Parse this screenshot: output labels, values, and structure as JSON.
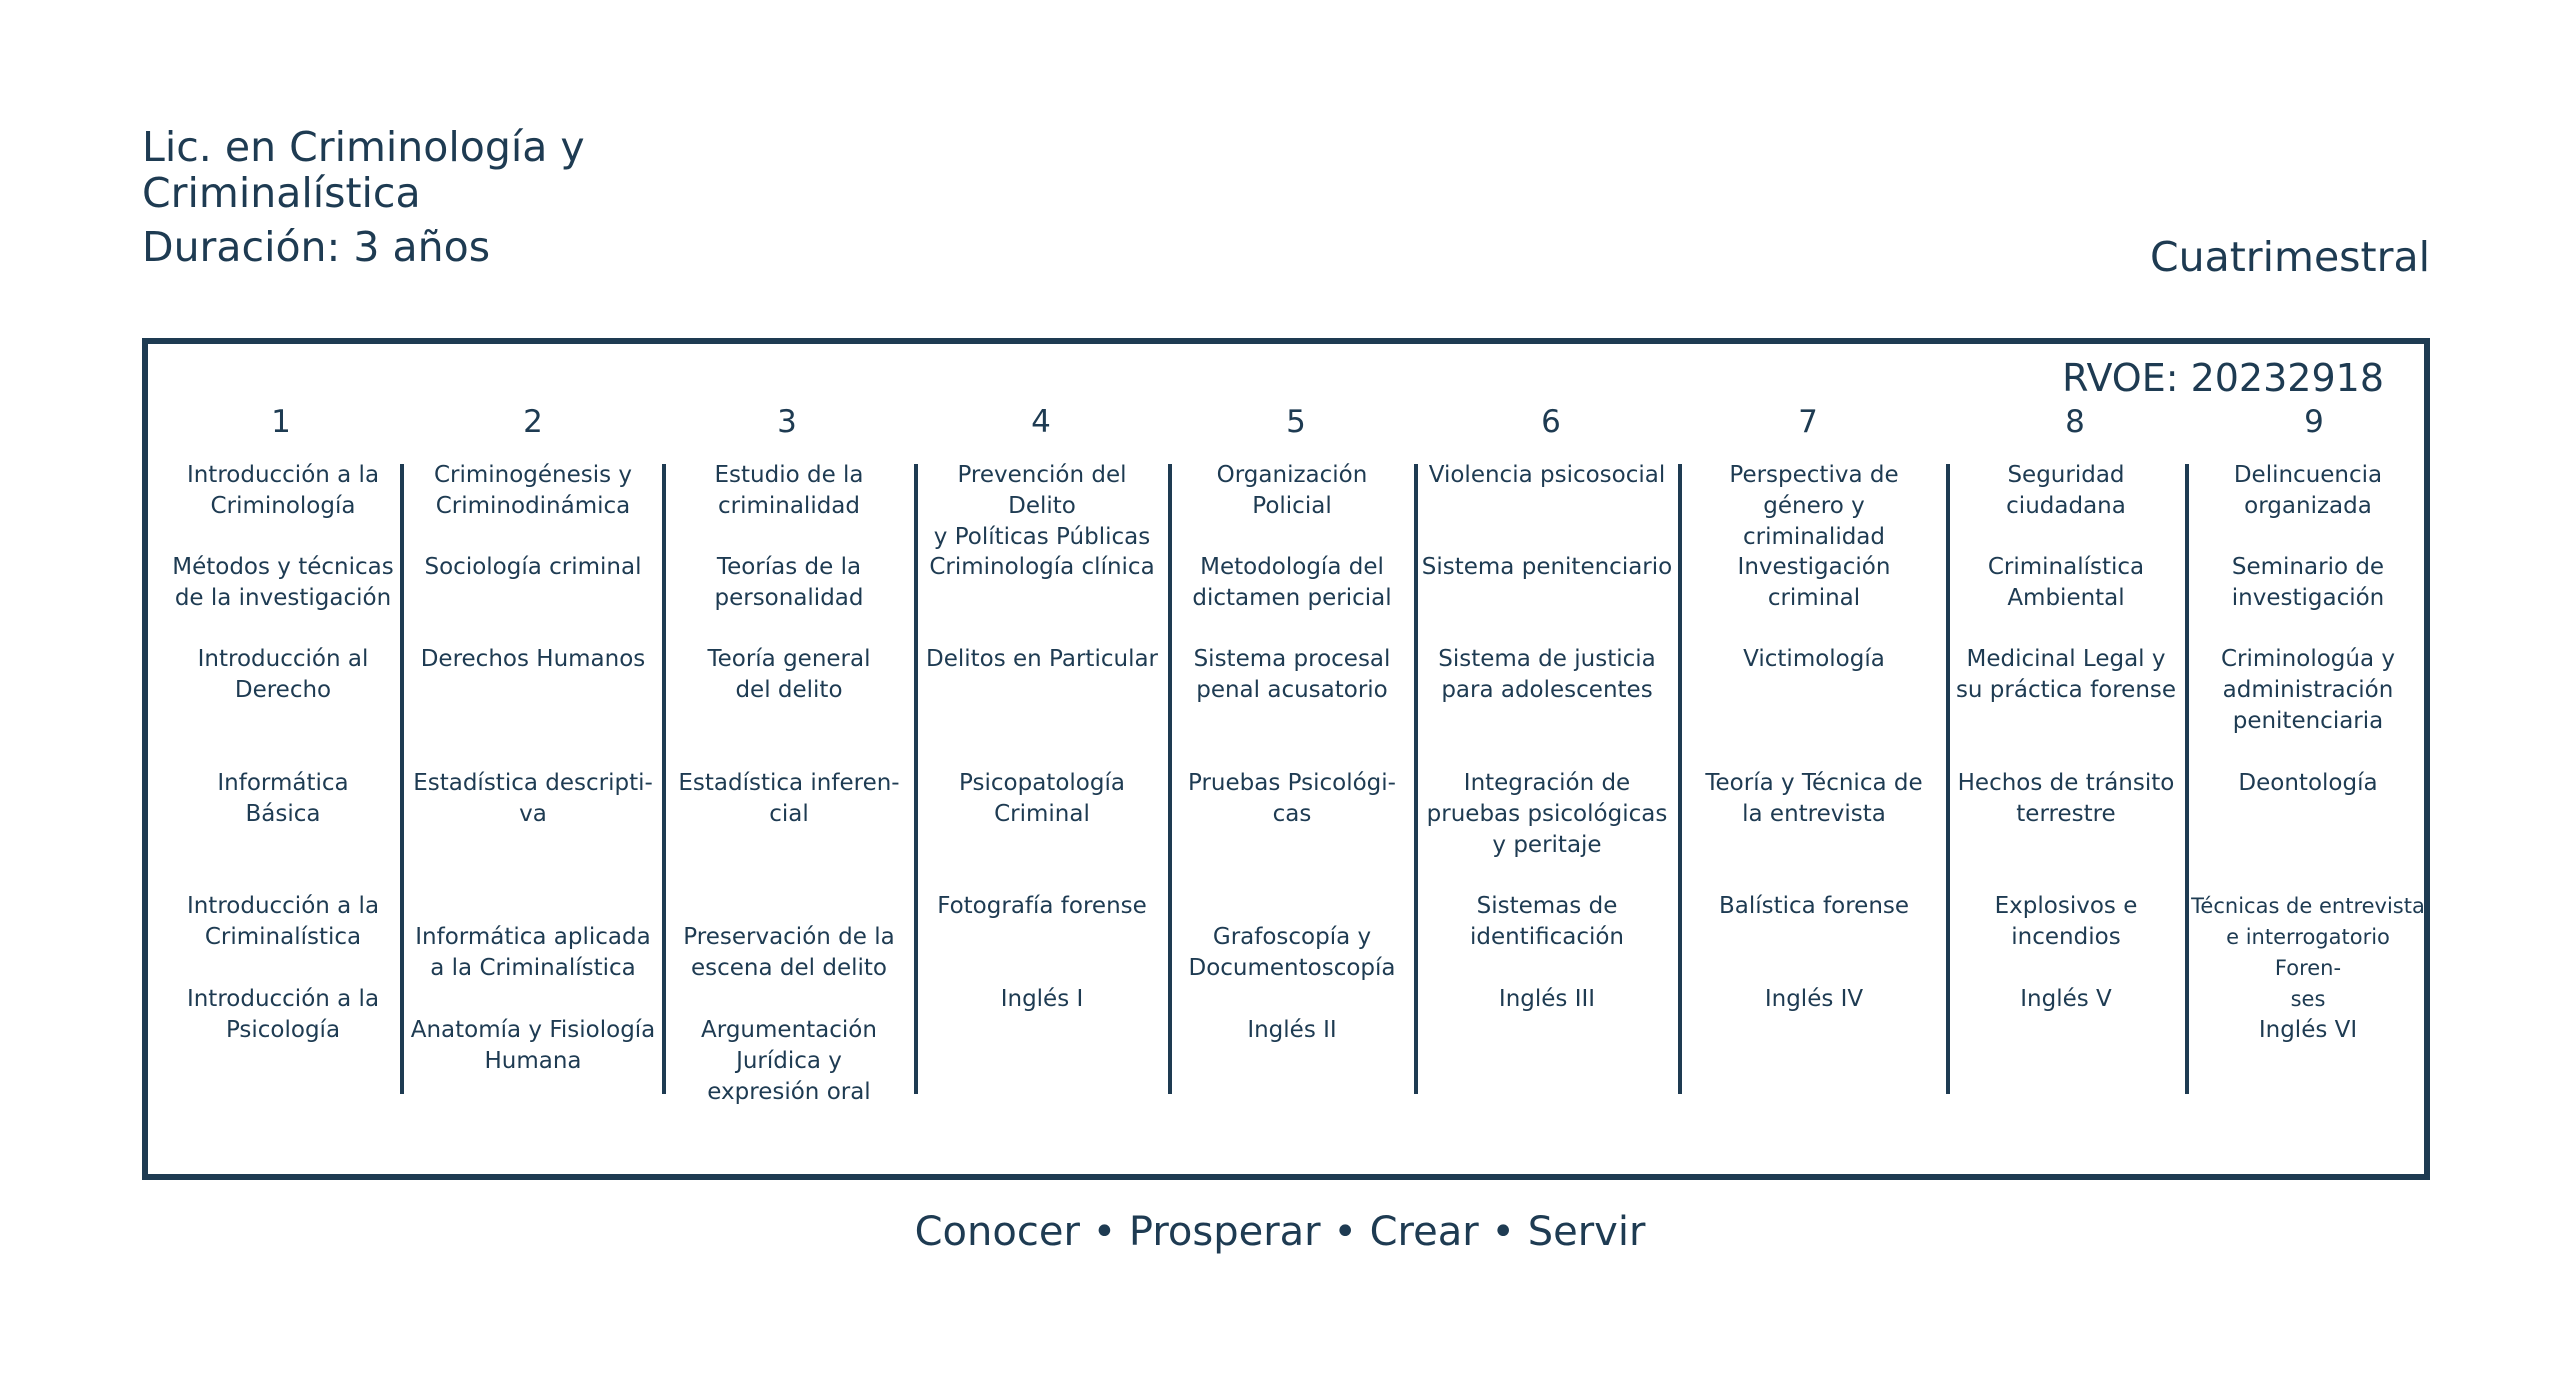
{
  "header": {
    "title": "Lic. en Criminología y Criminalística",
    "duration": "Duración: 3 años",
    "modality": "Cuatrimestral"
  },
  "plan": {
    "rvoe": "RVOE: 20232918",
    "columns": [
      {
        "number": "1",
        "subjects": [
          "Introducción a la\nCriminología",
          "Métodos y técnicas\nde la investigación",
          "Introducción al\nDerecho",
          "Informática\nBásica",
          "Introducción a la\nCriminalística",
          "Introducción a la\nPsicología"
        ]
      },
      {
        "number": "2",
        "subjects": [
          "Criminogénesis y\nCriminodinámica",
          "Sociología criminal",
          "Derechos Humanos",
          "Estadística descripti-\nva",
          "Informática aplicada\na la Criminalística",
          "Anatomía y Fisiología\nHumana"
        ]
      },
      {
        "number": "3",
        "subjects": [
          "Estudio de la\ncriminalidad",
          "Teorías de la\npersonalidad",
          "Teoría general\ndel delito",
          "Estadística inferen-\ncial",
          "Preservación de la\nescena del delito",
          "Argumentación\nJurídica y\nexpresión oral"
        ]
      },
      {
        "number": "4",
        "subjects": [
          "Prevención del Delito\ny Políticas Públicas",
          "Criminología clínica",
          "Delitos en Particular",
          "Psicopatología\nCriminal",
          "Fotografía forense",
          "Inglés I"
        ]
      },
      {
        "number": "5",
        "subjects": [
          "Organización\nPolicial",
          "Metodología del\ndictamen pericial",
          "Sistema procesal\npenal acusatorio",
          "Pruebas Psicológi-\ncas",
          "Grafoscopía y\nDocumentoscopía",
          "Inglés II"
        ]
      },
      {
        "number": "6",
        "subjects": [
          "Violencia psicosocial",
          "Sistema penitenciario",
          "Sistema de justicia\npara adolescentes",
          "Integración de\npruebas psicológicas\ny peritaje",
          "Sistemas de\nidentificación",
          "Inglés III"
        ]
      },
      {
        "number": "7",
        "subjects": [
          "Perspectiva de\ngénero y\ncriminalidad",
          "Investigación\ncriminal",
          "Victimología",
          "Teoría y Técnica de\nla entrevista",
          "Balística forense",
          "Inglés IV"
        ]
      },
      {
        "number": "8",
        "subjects": [
          "Seguridad\nciudadana",
          "Criminalística\nAmbiental",
          "Medicinal Legal y\nsu práctica forense",
          "Hechos de tránsito\nterrestre",
          "Explosivos e\nincendios",
          "Inglés V"
        ]
      },
      {
        "number": "9",
        "subjects": [
          "Delincuencia\norganizada",
          "Seminario de\ninvestigación",
          "Criminologúa y\nadministración\npenitenciaria",
          "Deontología",
          "Técnicas de entrevista\ne interrogatorio Foren-\nses",
          "Inglés VI"
        ]
      }
    ]
  },
  "footer": {
    "motto": "Conocer • Prosperar • Crear • Servir"
  }
}
